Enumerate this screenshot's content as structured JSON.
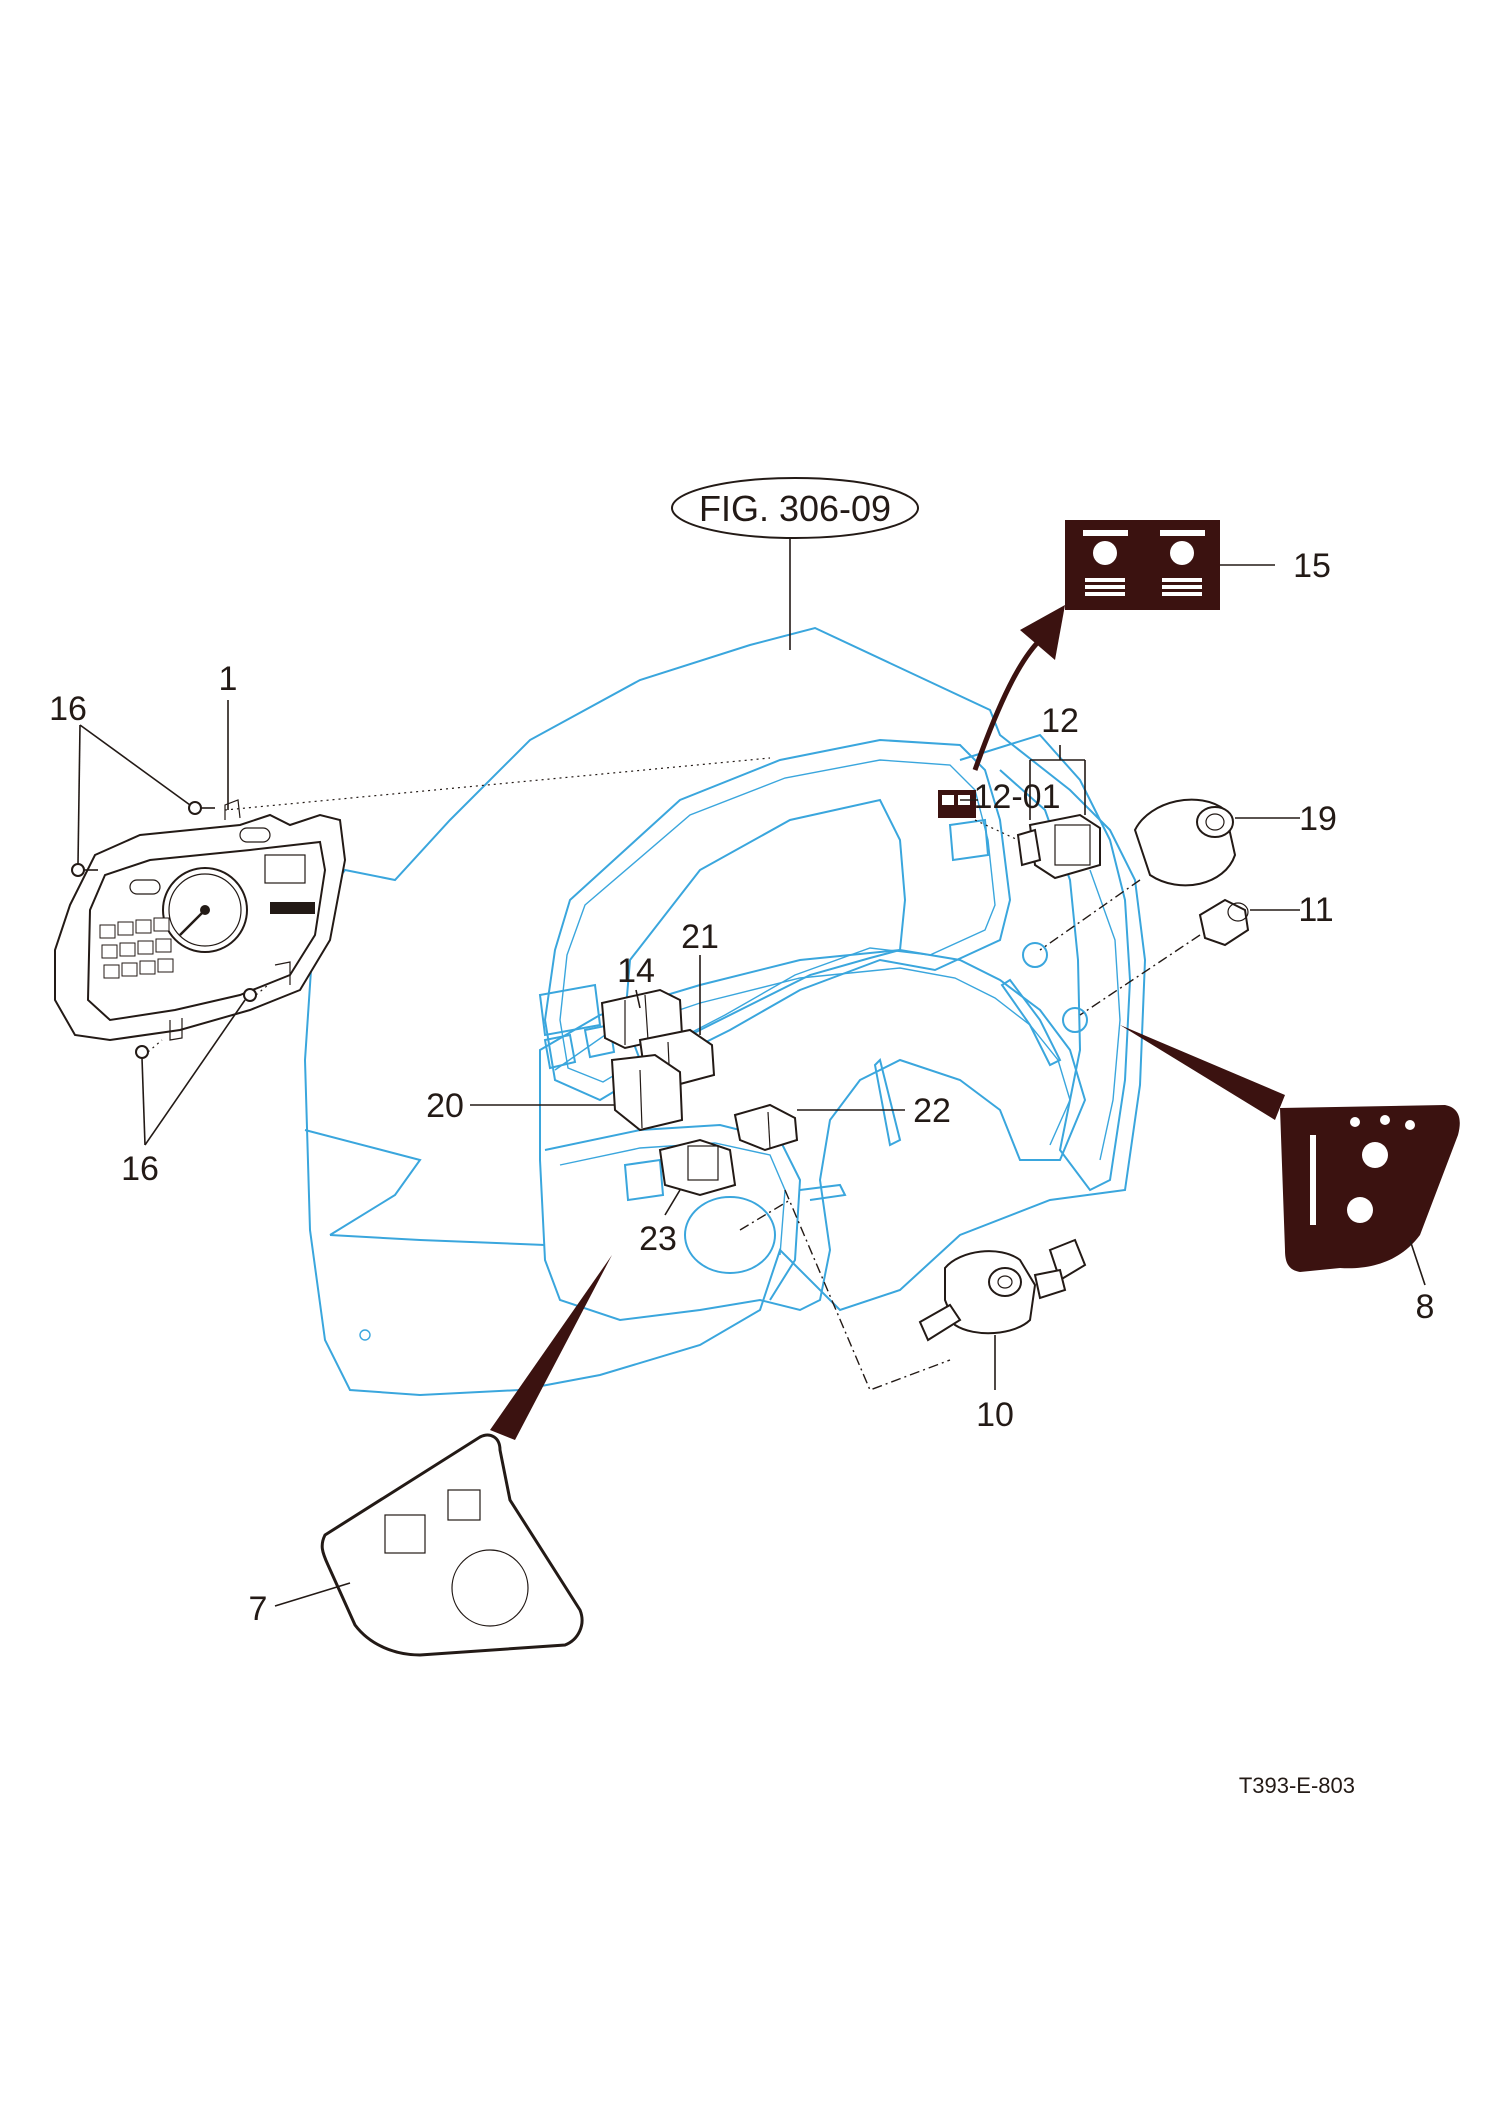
{
  "figure_ref": "FIG. 306-09",
  "drawing_code": "T393-E-803",
  "callouts": {
    "c1": "1",
    "c16a": "16",
    "c16b": "16",
    "c14": "14",
    "c21": "21",
    "c20": "20",
    "c22": "22",
    "c23": "23",
    "c12": "12",
    "c1201": "12-01",
    "c15": "15",
    "c19": "19",
    "c11": "11",
    "c8": "8",
    "c10": "10",
    "c7": "7"
  },
  "colors": {
    "panel_outline": "#3aa6dd",
    "ink": "#231a16",
    "decal_fill": "#3b1210"
  }
}
